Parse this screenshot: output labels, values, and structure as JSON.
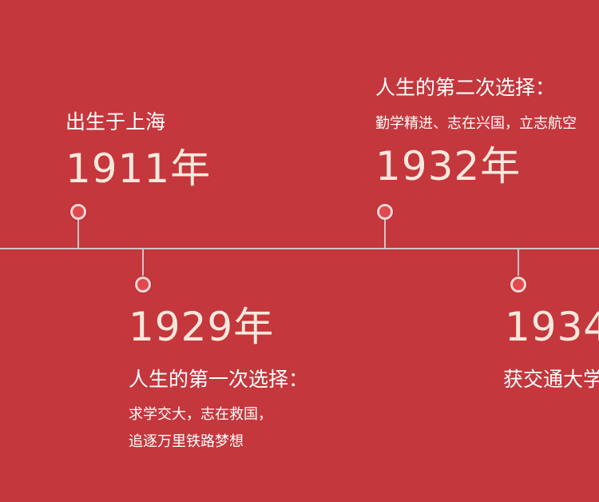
{
  "events": [
    {
      "year": "1911年",
      "title": "出生于上海",
      "desc_lines": []
    },
    {
      "year": "1929年",
      "title": "人生的第一次选择：",
      "desc_lines": [
        "求学交大，志在救国，",
        "追逐万里铁路梦想"
      ]
    },
    {
      "year": "1932年",
      "title": "人生的第二次选择：",
      "desc_lines": [
        "勤学精进、志在兴国，立志航空"
      ]
    },
    {
      "year": "1934",
      "title": "获交通大学",
      "desc_lines": []
    }
  ],
  "colors": {
    "background": "#c4373c",
    "axis": "#cfc4c4",
    "year_text": "#fbe8dc",
    "marker": "#e04a4e"
  }
}
